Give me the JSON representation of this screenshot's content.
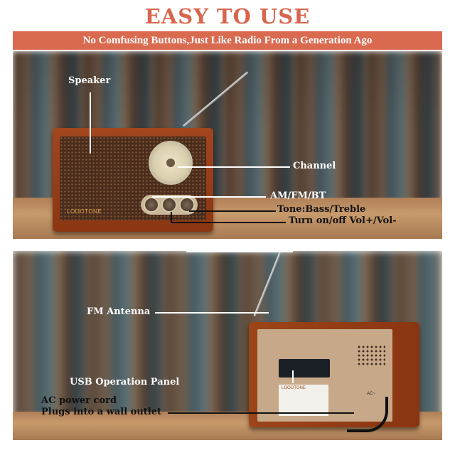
{
  "header": {
    "title": "EASY TO USE",
    "banner": "No Comfusing Buttons,Just Like Radio From a Generation Ago"
  },
  "radio": {
    "brand": "LOOOTONE"
  },
  "callouts_top": {
    "speaker": "Speaker",
    "channel": "Channel",
    "am_fm_bt": "AM/FM/BT",
    "tone": "Tone:Bass/Treble",
    "power": "Turn on/off Vol+/Vol-"
  },
  "callouts_bottom": {
    "fm_antenna": "FM Antenna",
    "usb_panel": "USB Operation Panel",
    "ac_cord": "AC power cord",
    "wall_outlet": "Plugs into a wall outlet",
    "ac_label": "AC~"
  },
  "colors": {
    "title": "#d8664e",
    "banner": "#d96a50",
    "wood": "#9d4418"
  }
}
